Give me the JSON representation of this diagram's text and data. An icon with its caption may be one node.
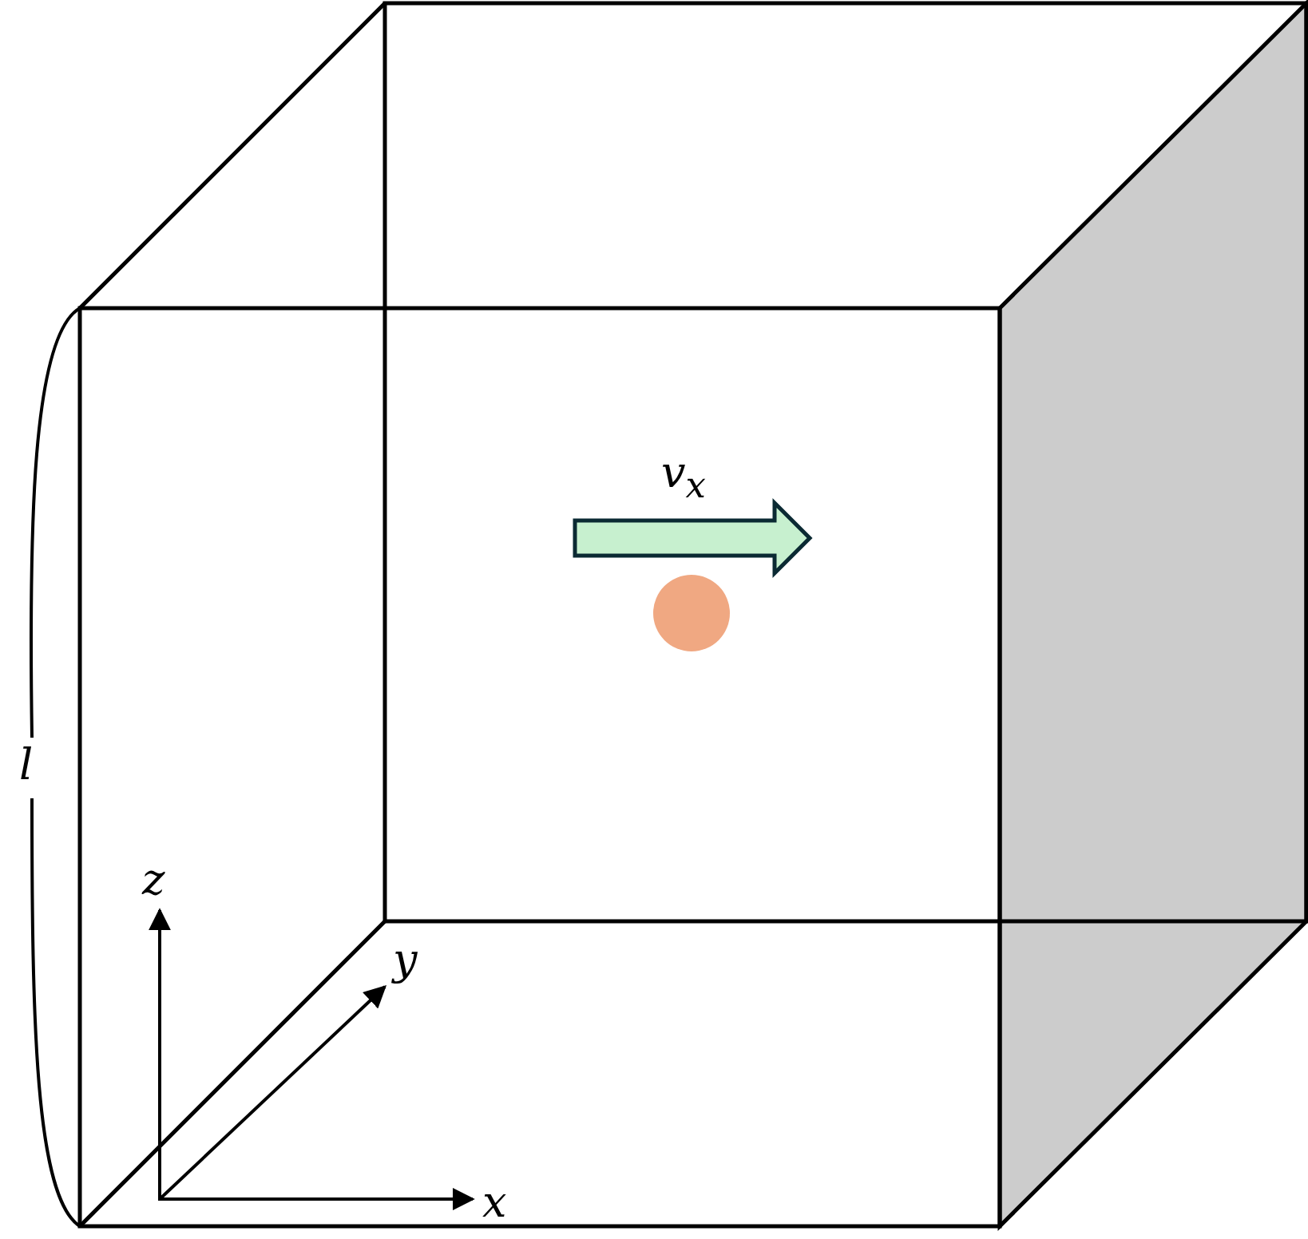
{
  "diagram": {
    "labels": [
      "v$_{x}$",
      "l",
      "z",
      "y",
      "x"
    ]
  }
}
